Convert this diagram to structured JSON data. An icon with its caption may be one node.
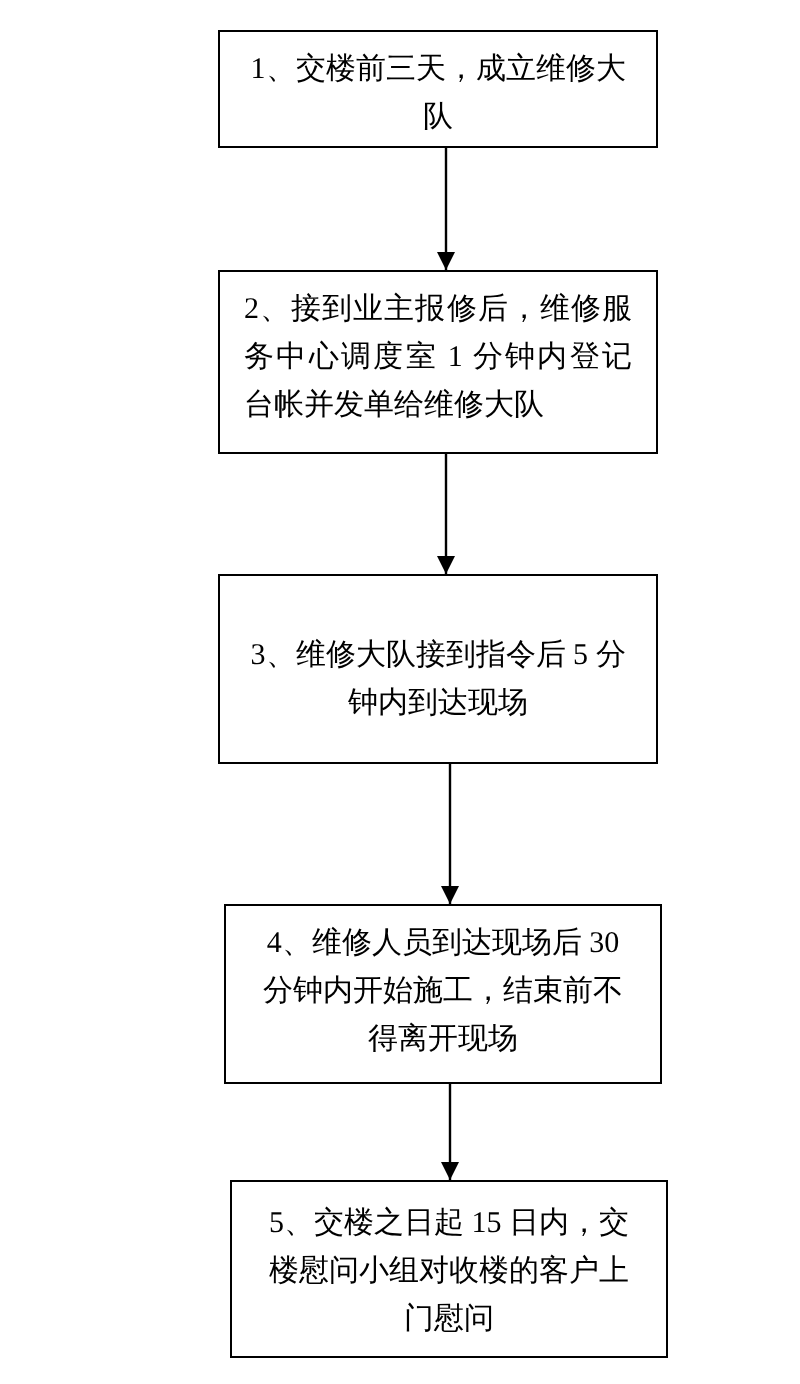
{
  "diagram": {
    "nodes": [
      {
        "text": [
          "1、交楼前三天，成立维修大队"
        ]
      },
      {
        "text": [
          "2、接到业主报修后，维修服务中心调度室 1 分钟内登记台帐并发单给维修大队"
        ]
      },
      {
        "text": [
          "3、维修大队接到指令后 5 分钟内到达现场"
        ]
      },
      {
        "text": [
          "4、维修人员到达现场后 30 分钟内开始施工，结束前不得离开现场"
        ]
      },
      {
        "text": [
          "5、交楼之日起 15 日内，交楼慰问小组对收楼的客户上门慰问"
        ]
      }
    ],
    "edges": [
      {
        "from": 0,
        "to": 1,
        "arrow": "to"
      },
      {
        "from": 1,
        "to": 2,
        "arrow": "to"
      },
      {
        "from": 2,
        "to": 3,
        "arrow": "to"
      },
      {
        "from": 3,
        "to": 4,
        "arrow": "to"
      }
    ]
  }
}
